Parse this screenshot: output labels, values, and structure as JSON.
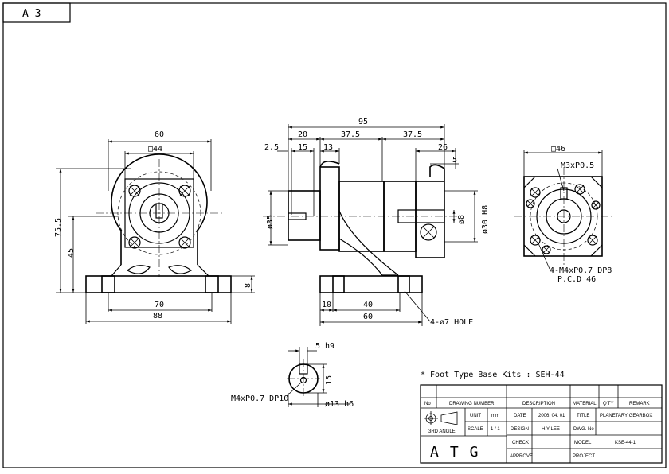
{
  "sheet": {
    "size": "A 3"
  },
  "front_view": {
    "dims": {
      "width": "60",
      "flange": "□44",
      "height": "75.5",
      "center_h": "45",
      "hole_span": "70",
      "base_len": "88",
      "base_t": "8"
    }
  },
  "side_view": {
    "dims": {
      "total": "95",
      "d20": "20",
      "d37a": "37.5",
      "d37b": "37.5",
      "d25": "2.5",
      "d15": "15",
      "d13": "13",
      "d26": "26",
      "d5": "5",
      "dia35": "ø35",
      "dia8": "ø8",
      "dia30": "ø30 H8",
      "d10": "10",
      "d40": "40",
      "d60": "60",
      "hole": "4-ø7 HOLE"
    }
  },
  "right_view": {
    "dims": {
      "flange": "□46",
      "tap": "M3xP0.5",
      "holes": "4-M4xP0.7 DP8",
      "pcd": "P.C.D 46"
    }
  },
  "detail_view": {
    "dims": {
      "key": "5 h9",
      "d15": "15",
      "tap": "M4xP0.7 DP10",
      "shaft": "ø13 h6"
    }
  },
  "note": "* Foot Type Base Kits : SEH-44",
  "title_block": {
    "headers": [
      "No",
      "DRAWING NUMBER",
      "DESCRIPTION",
      "MATERIAL",
      "Q'TY",
      "REMARK"
    ],
    "projection": "3RD ANGLE",
    "unit_label": "UNIT",
    "unit_value": "mm",
    "scale_label": "SCALE",
    "scale_value": "1 / 1",
    "date_label": "DATE",
    "date_value": "2006. 04. 01",
    "design_label": "DESIGN",
    "design_value": "H.Y LEE",
    "check_label": "CHECK",
    "approve_label": "APPROVE",
    "title_label": "TITLE",
    "title_value": "PLANETARY GEARBOX",
    "dwg_label": "DWG. No",
    "model_label": "MODEL",
    "model_value": "KSE-44-1",
    "project_label": "PROJECT",
    "logo": "ATG"
  }
}
